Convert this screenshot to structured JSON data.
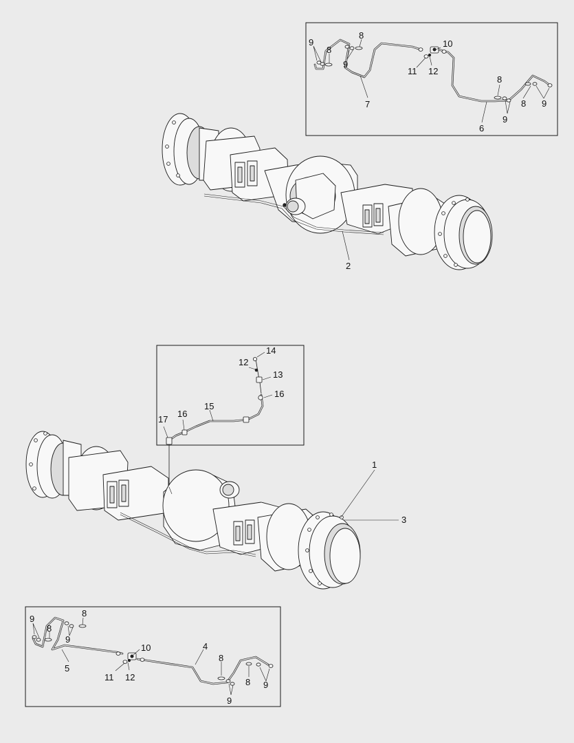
{
  "callouts": {
    "top_box": {
      "p9a": "9",
      "p9b": "9",
      "p8a": "8",
      "p8b": "8",
      "p10": "10",
      "p11": "11",
      "p12": "12",
      "p7": "7",
      "p8c": "8",
      "p8d": "8",
      "p9c": "9",
      "p9d": "9",
      "p6": "6"
    },
    "upper_axle": {
      "p2": "2"
    },
    "middle_box": {
      "p14": "14",
      "p12": "12",
      "p13": "13",
      "p16a": "16",
      "p15": "15",
      "p16b": "16",
      "p17": "17"
    },
    "lower_axle": {
      "p1": "1",
      "p3": "3"
    },
    "bottom_box": {
      "p9a": "9",
      "p9b": "9",
      "p8a": "8",
      "p8b": "8",
      "p10": "10",
      "p4": "4",
      "p5": "5",
      "p11": "11",
      "p12": "12",
      "p8c": "8",
      "p8d": "8",
      "p9c": "9",
      "p9d": "9"
    }
  }
}
